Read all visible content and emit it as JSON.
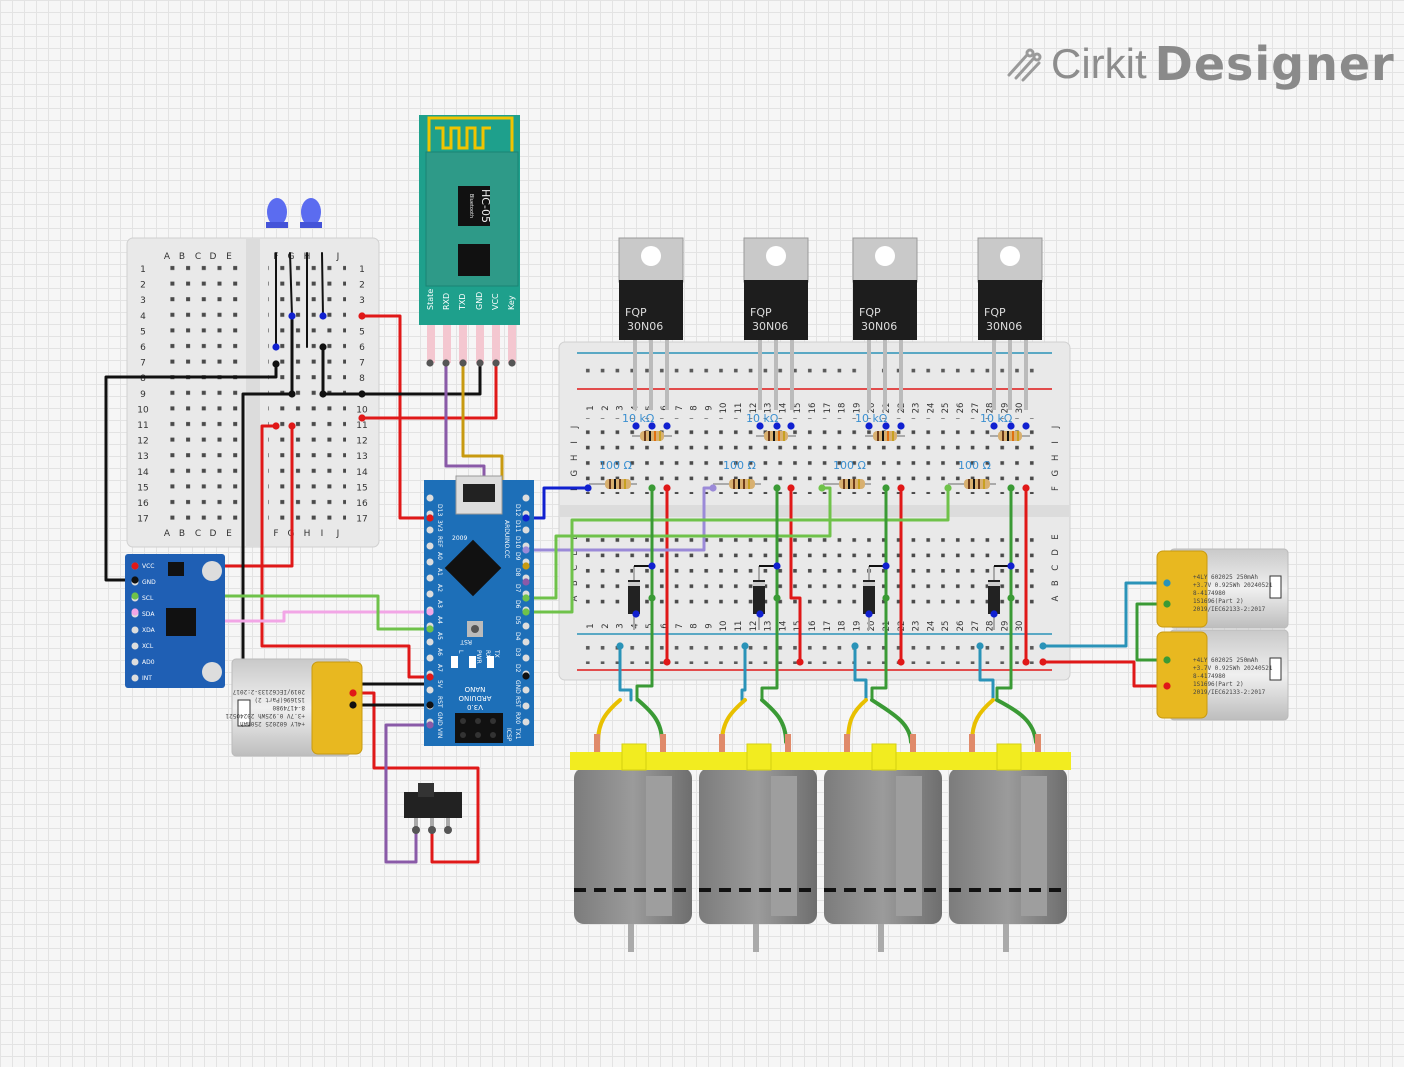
{
  "brand": {
    "name_part1": "Cirkit",
    "name_part2": "Designer"
  },
  "colors": {
    "wire_red": "#e01818",
    "wire_black": "#111111",
    "wire_green": "#3a9a35",
    "wire_blue": "#1020d0",
    "wire_purple": "#8a5aa8",
    "wire_yellow": "#e0b400",
    "wire_pink": "#f2a6e6",
    "wire_teal": "#2a93b8",
    "wire_lightgreen": "#6fc24a",
    "wire_lavender": "#9b8ad8",
    "arduino": "#1d6fb8",
    "hc05": "#1ea08c"
  },
  "small_breadboard": {
    "cols_left": [
      "A",
      "B",
      "C",
      "D",
      "E"
    ],
    "cols_right": [
      "F",
      "G",
      "H",
      "I",
      "J"
    ],
    "rows": [
      "1",
      "2",
      "3",
      "4",
      "5",
      "6",
      "7",
      "8",
      "9",
      "10",
      "11",
      "12",
      "13",
      "14",
      "15",
      "16",
      "17"
    ]
  },
  "large_breadboard": {
    "cols": [
      "1",
      "2",
      "3",
      "4",
      "5",
      "6",
      "7",
      "8",
      "9",
      "10",
      "11",
      "12",
      "13",
      "14",
      "15",
      "16",
      "17",
      "18",
      "19",
      "20",
      "21",
      "22",
      "23",
      "24",
      "25",
      "26",
      "27",
      "28",
      "29",
      "30"
    ],
    "rows_top": [
      "J",
      "I",
      "H",
      "G",
      "F"
    ],
    "rows_bottom": [
      "E",
      "D",
      "C",
      "B",
      "A"
    ]
  },
  "hc05": {
    "title": "HC-05",
    "subtitle": "Bluetooth",
    "pins": [
      "State",
      "RXD",
      "TXD",
      "GND",
      "VCC",
      "Key"
    ]
  },
  "mpu": {
    "pins": [
      "VCC",
      "GND",
      "SCL",
      "SDA",
      "XDA",
      "XCL",
      "AD0",
      "INT"
    ]
  },
  "arduino": {
    "label1": "ARDUINO",
    "label2": "NANO",
    "label3": "V3.0",
    "label4": "ARDUINO.CC",
    "label5": "2009",
    "label6": "RST",
    "label7": "ICSP",
    "label8": "L",
    "label9": "PWR",
    "label10": "TX",
    "label11": "RX",
    "pins_left": [
      "D13",
      "3V3",
      "REF",
      "A0",
      "A1",
      "A2",
      "A3",
      "A4",
      "A5",
      "A6",
      "A7",
      "5V",
      "RST",
      "GND",
      "VIN"
    ],
    "pins_right": [
      "D12",
      "D11",
      "D10",
      "D9",
      "D8",
      "D7",
      "D6",
      "D5",
      "D4",
      "D3",
      "D2",
      "GND",
      "RST",
      "RX0",
      "TX1"
    ]
  },
  "mosfets": [
    {
      "brand": "FQP",
      "model": "30N06"
    },
    {
      "brand": "FQP",
      "model": "30N06"
    },
    {
      "brand": "FQP",
      "model": "30N06"
    },
    {
      "brand": "FQP",
      "model": "30N06"
    }
  ],
  "resistors_10k": [
    "10 kΩ",
    "10 kΩ",
    "10 kΩ",
    "10 kΩ"
  ],
  "resistors_100": [
    "100 Ω",
    "100 Ω",
    "100 Ω",
    "100 Ω"
  ],
  "battery": {
    "line1": "+4LY 602025 250mAh",
    "line2": "+3.7V 0.925Wh 20240521",
    "line3": "8-4174980",
    "line4": "1S1696(Part 2)",
    "line5": "2019/IEC62133-2:2017"
  }
}
